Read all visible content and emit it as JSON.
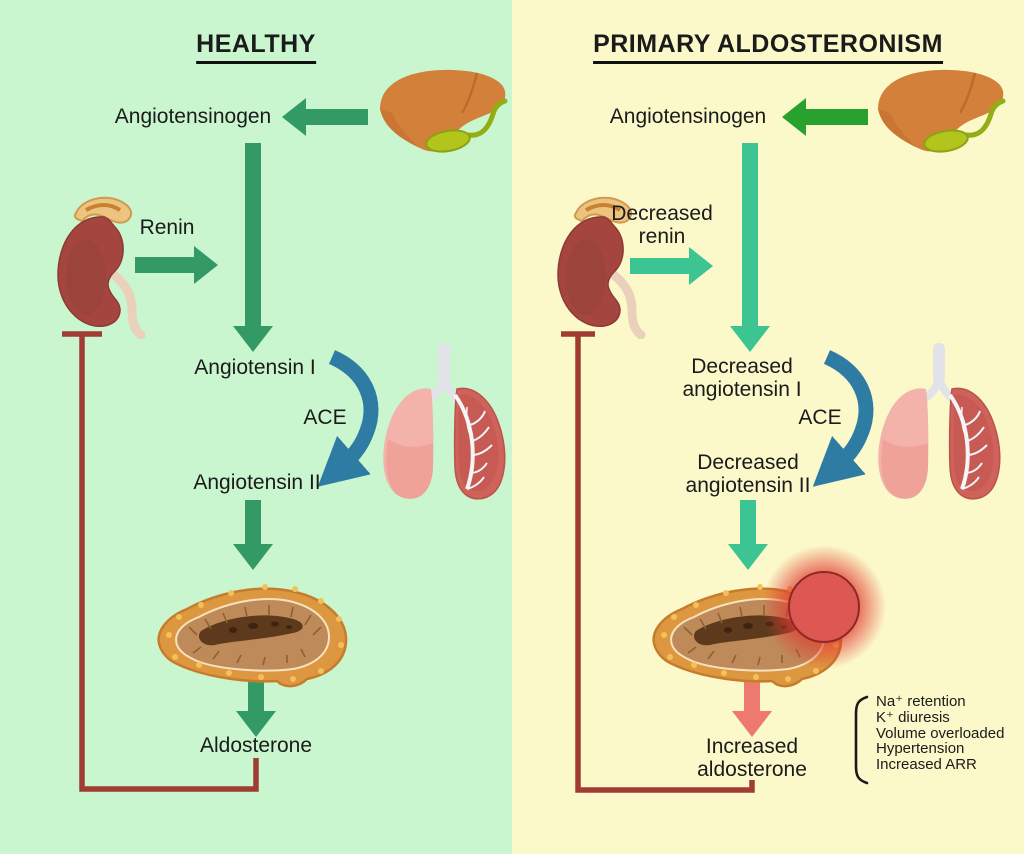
{
  "colors": {
    "left_bg": "#c9f6cf",
    "right_bg": "#fbf8c9",
    "green_arrow": "#339a66",
    "bright_green_arrow": "#28a12e",
    "teal_arrow": "#3cc492",
    "salmon_arrow": "#ee7a6f",
    "ace_arrow": "#2e7ca3",
    "feedback_line": "#a03c32",
    "tumor_red": "#e0554f",
    "text": "#1b1b1b"
  },
  "left_panel": {
    "title": "HEALTHY",
    "angiotensinogen": "Angiotensinogen",
    "renin": "Renin",
    "angiotensin_1": "Angiotensin I",
    "ace": "ACE",
    "angiotensin_2": "Angiotensin II",
    "aldosterone": "Aldosterone"
  },
  "right_panel": {
    "title": "PRIMARY ALDOSTERONISM",
    "angiotensinogen": "Angiotensinogen",
    "renin_line1": "Decreased",
    "renin_line2": "renin",
    "angiotensin_1_line1": "Decreased",
    "angiotensin_1_line2": "angiotensin I",
    "ace": "ACE",
    "angiotensin_2_line1": "Decreased",
    "angiotensin_2_line2": "angiotensin II",
    "aldosterone_line1": "Increased",
    "aldosterone_line2": "aldosterone",
    "effects": [
      "Na⁺ retention",
      "K⁺ diuresis",
      "Volume overloaded",
      "Hypertension",
      "Increased ARR"
    ]
  }
}
